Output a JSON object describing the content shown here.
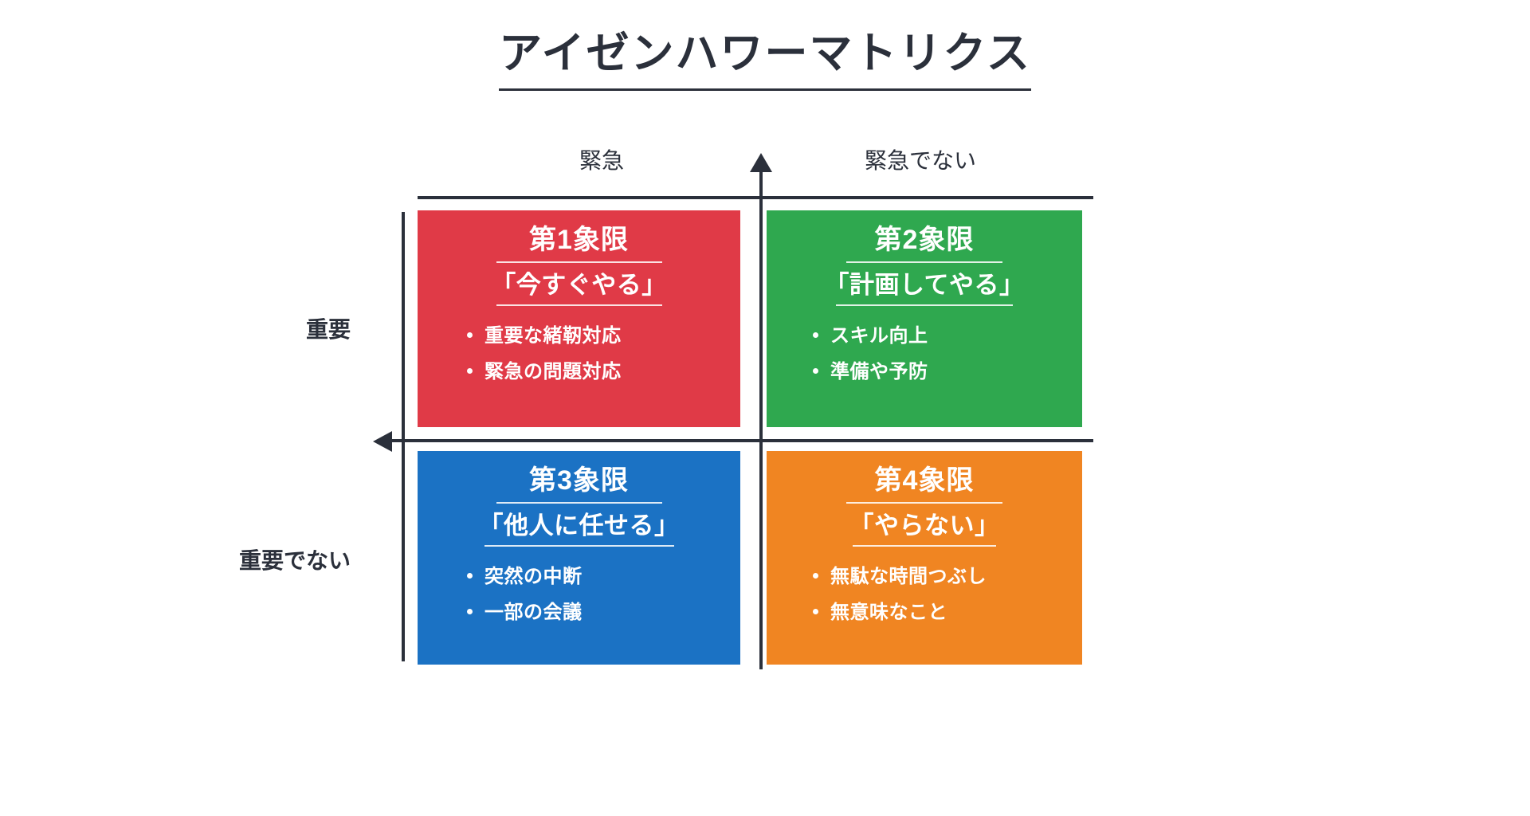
{
  "page": {
    "title": "アイゼンハワーマトリクス",
    "background": "#ffffff",
    "ink": "#2b303b"
  },
  "axes": {
    "columns": [
      {
        "id": "urgent",
        "label": "緊急"
      },
      {
        "id": "not-urgent",
        "label": "緊急でない"
      }
    ],
    "rows": [
      {
        "id": "important",
        "label": "重要"
      },
      {
        "id": "not-important",
        "label": "重要でない"
      }
    ],
    "vertical_arrow": "arrow-up",
    "horizontal_arrow": "arrow-left"
  },
  "quadrants": [
    {
      "id": "q1",
      "title": "第1象限",
      "subtitle": "「今すぐやる」",
      "color": "#e03a47",
      "bullets": [
        "重要な緒靭対応",
        "緊急の問題対応"
      ]
    },
    {
      "id": "q2",
      "title": "第2象限",
      "subtitle": "「計画してやる」",
      "color": "#2fa84f",
      "bullets": [
        "スキル向上",
        "準備や予防"
      ]
    },
    {
      "id": "q3",
      "title": "第3象限",
      "subtitle": "「他人に任せる」",
      "color": "#1b72c4",
      "bullets": [
        "突然の中断",
        "一部の会議"
      ]
    },
    {
      "id": "q4",
      "title": "第4象限",
      "subtitle": "「やらない」",
      "color": "#f08522",
      "bullets": [
        "無駄な時間つぶし",
        "無意味なこと"
      ]
    }
  ]
}
